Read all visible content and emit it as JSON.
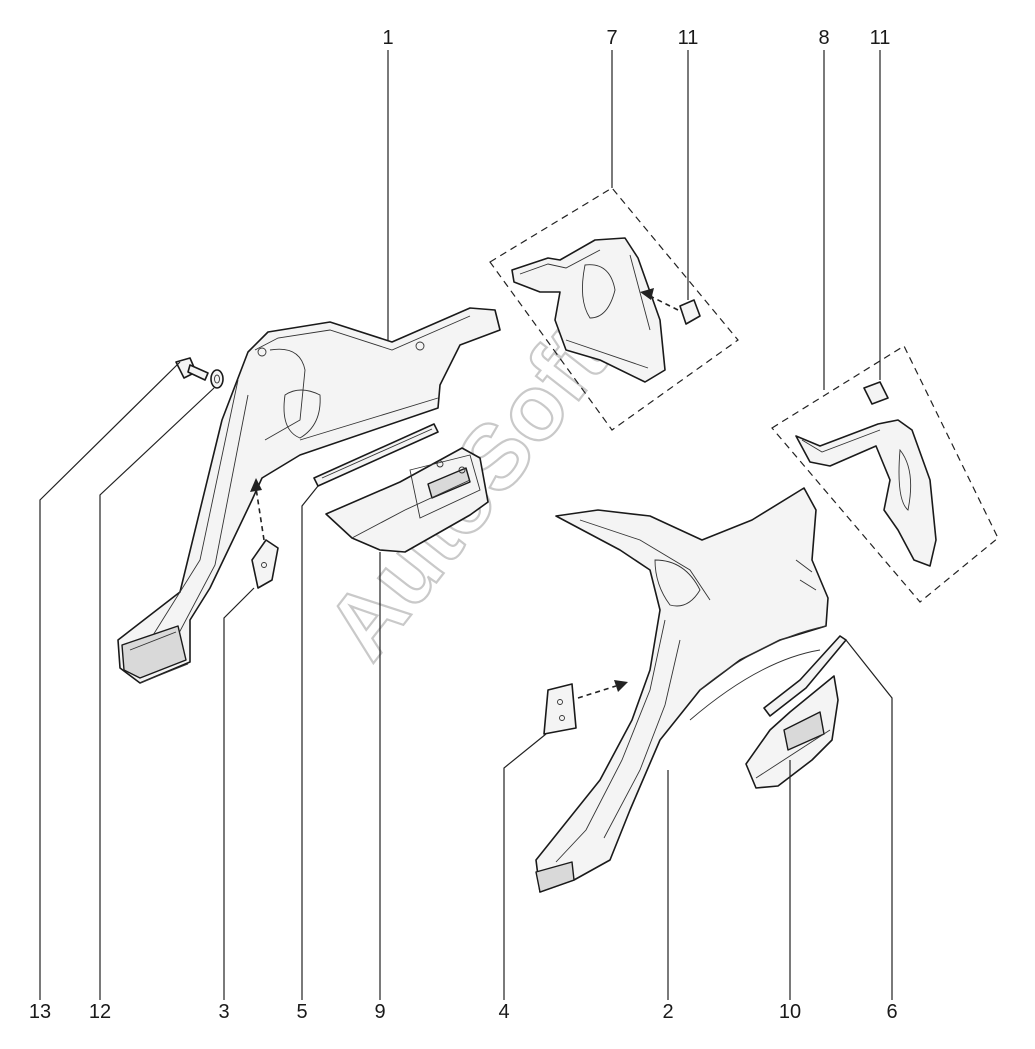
{
  "watermark": "AutoSoft",
  "callouts": [
    {
      "id": "c1",
      "label": "1"
    },
    {
      "id": "c7",
      "label": "7"
    },
    {
      "id": "c11a",
      "label": "11"
    },
    {
      "id": "c8",
      "label": "8"
    },
    {
      "id": "c11b",
      "label": "11"
    },
    {
      "id": "c13",
      "label": "13"
    },
    {
      "id": "c12",
      "label": "12"
    },
    {
      "id": "c3",
      "label": "3"
    },
    {
      "id": "c5",
      "label": "5"
    },
    {
      "id": "c9",
      "label": "9"
    },
    {
      "id": "c4",
      "label": "4"
    },
    {
      "id": "c2",
      "label": "2"
    },
    {
      "id": "c10",
      "label": "10"
    },
    {
      "id": "c6",
      "label": "6"
    }
  ]
}
